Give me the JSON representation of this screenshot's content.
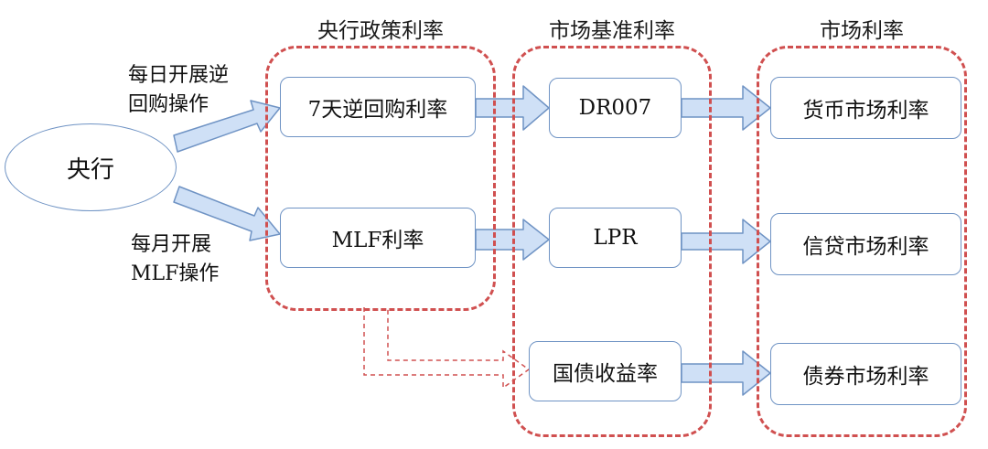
{
  "central_bank": {
    "label": "央行"
  },
  "operations": {
    "daily": [
      "每日开展逆",
      "回购操作"
    ],
    "monthly": [
      "每月开展",
      "MLF操作"
    ]
  },
  "groups": {
    "policy": {
      "title": "央行政策利率",
      "nodes": [
        "7天逆回购利率",
        "MLF利率"
      ]
    },
    "benchmark": {
      "title": "市场基准利率",
      "nodes": [
        "DR007",
        "LPR",
        "国债收益率"
      ]
    },
    "market": {
      "title": "市场利率",
      "nodes": [
        "货币市场利率",
        "信贷市场利率",
        "债券市场利率"
      ]
    }
  },
  "colors": {
    "group_border": "#d05050",
    "node_border": "#6f93c4",
    "arrow_fill": "#cfe0f6",
    "arrow_stroke": "#6f93c4",
    "dashed_arrow": "#d05050"
  }
}
